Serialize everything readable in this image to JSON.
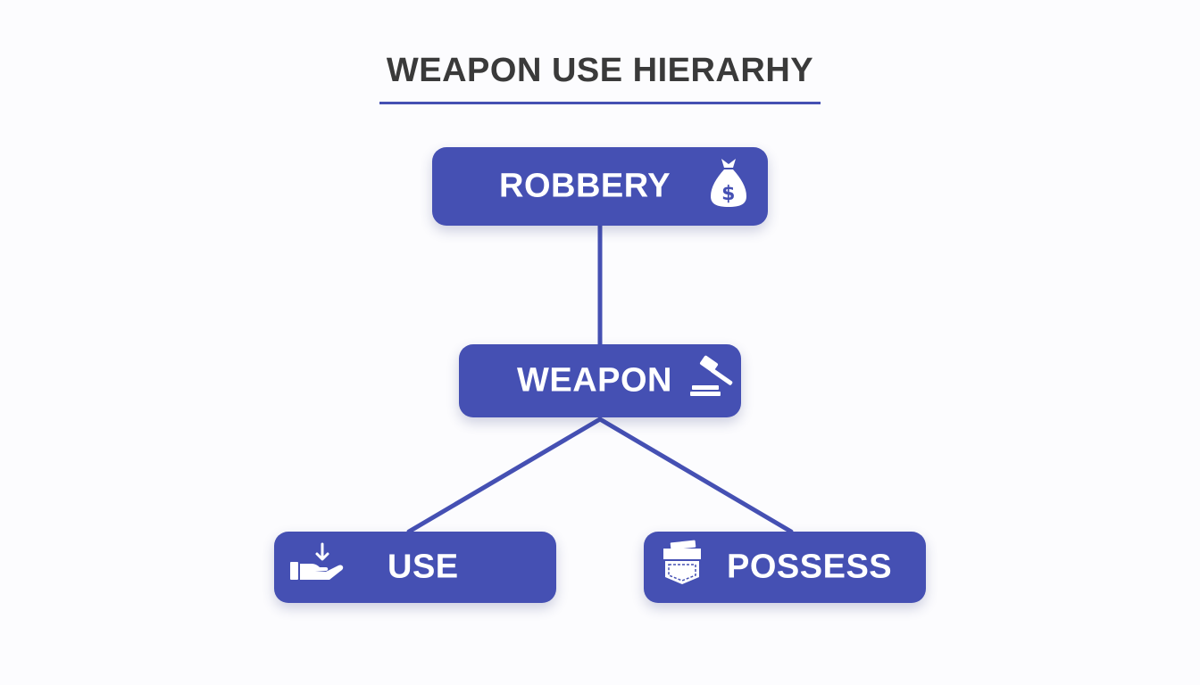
{
  "title": "WEAPON USE HIERARHY",
  "colors": {
    "node_fill": "#4550b3",
    "edge": "#4550b3",
    "title_text": "#3a3a3a",
    "node_text": "#ffffff",
    "background": "#fcfcfe"
  },
  "nodes": {
    "robbery": {
      "label": "ROBBERY",
      "icon": "money-bag-icon"
    },
    "weapon": {
      "label": "WEAPON",
      "icon": "gavel-icon"
    },
    "use": {
      "label": "USE",
      "icon": "hand-receive-icon"
    },
    "possess": {
      "label": "POSSESS",
      "icon": "pocket-icon"
    }
  },
  "edges": [
    {
      "from": "robbery",
      "to": "weapon"
    },
    {
      "from": "weapon",
      "to": "use"
    },
    {
      "from": "weapon",
      "to": "possess"
    }
  ]
}
